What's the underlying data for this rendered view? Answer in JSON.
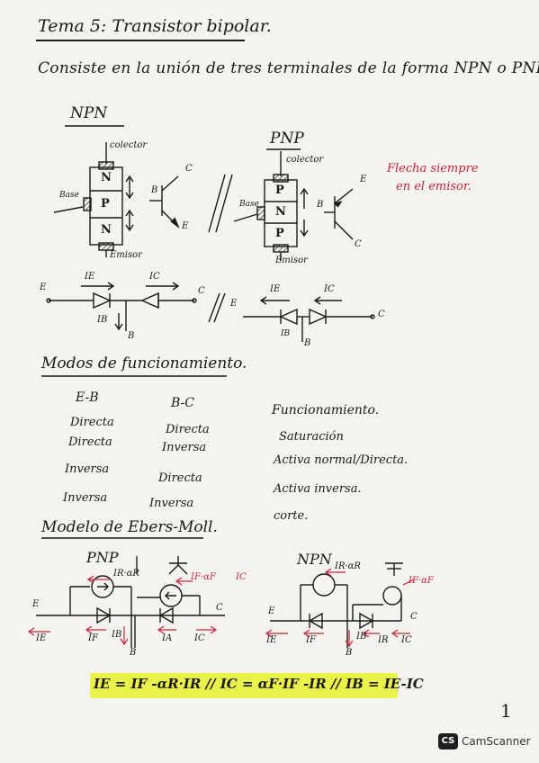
{
  "title": "Tema 5: Transistor bipolar.",
  "intro": "Consiste en la unión de tres terminales de la forma NPN o PNP.",
  "npn": {
    "heading": "NPN",
    "collector": "colector",
    "base": "Base",
    "emitter": "Emisor",
    "layers": [
      "N",
      "P",
      "N"
    ],
    "sym_b": "B",
    "sym_c": "C",
    "sym_e": "E"
  },
  "pnp": {
    "heading": "PNP",
    "collector": "colector",
    "base": "Base",
    "emitter": "Emisor",
    "layers": [
      "P",
      "N",
      "P"
    ],
    "sym_b": "B",
    "sym_c": "C",
    "sym_e": "E"
  },
  "arrow_note": [
    "Flecha siempre",
    "en el emisor."
  ],
  "diodes": {
    "left": {
      "e": "E",
      "c": "C",
      "b": "B",
      "ie": "IE",
      "ic": "IC",
      "ib": "IB"
    },
    "right": {
      "e": "E",
      "c": "C",
      "b": "B",
      "ie": "IE",
      "ic": "IC",
      "ib": "IB"
    }
  },
  "modes": {
    "heading": "Modos de funcionamiento.",
    "headers": [
      "E-B",
      "B-C",
      "Funcionamiento."
    ],
    "rows": [
      [
        "Directa",
        "Directa",
        "Saturación"
      ],
      [
        "Directa",
        "Inversa",
        "Activa normal/Directa."
      ],
      [
        "Inversa",
        "Directa",
        "Activa inversa."
      ],
      [
        "Inversa",
        "Inversa",
        "corte."
      ]
    ]
  },
  "ebers_moll": {
    "heading": "Modelo de Ebers-Moll.",
    "pnp_label": "PNP",
    "npn_label": "NPN",
    "pnp": {
      "ir": "IR·αR",
      "src_top": "IF·αF",
      "ic_red": "IC",
      "e": "E",
      "c": "C",
      "b": "B",
      "ie": "IE",
      "if": "IF",
      "ib": "IB",
      "ia": "IA",
      "ic": "IC"
    },
    "npn": {
      "ir": "IR·αR",
      "src_top": "IF·αF",
      "e": "E",
      "c": "C",
      "b": "B",
      "ie": "IE",
      "if": "IF",
      "ib": "IB",
      "ir2": "IR",
      "ic": "IC"
    }
  },
  "equation": "IE = IF -αR·IR // IC = αF·IF -IR // IB = IE-IC",
  "page_number": "1",
  "watermark": {
    "logo": "CS",
    "text": "CamScanner"
  }
}
